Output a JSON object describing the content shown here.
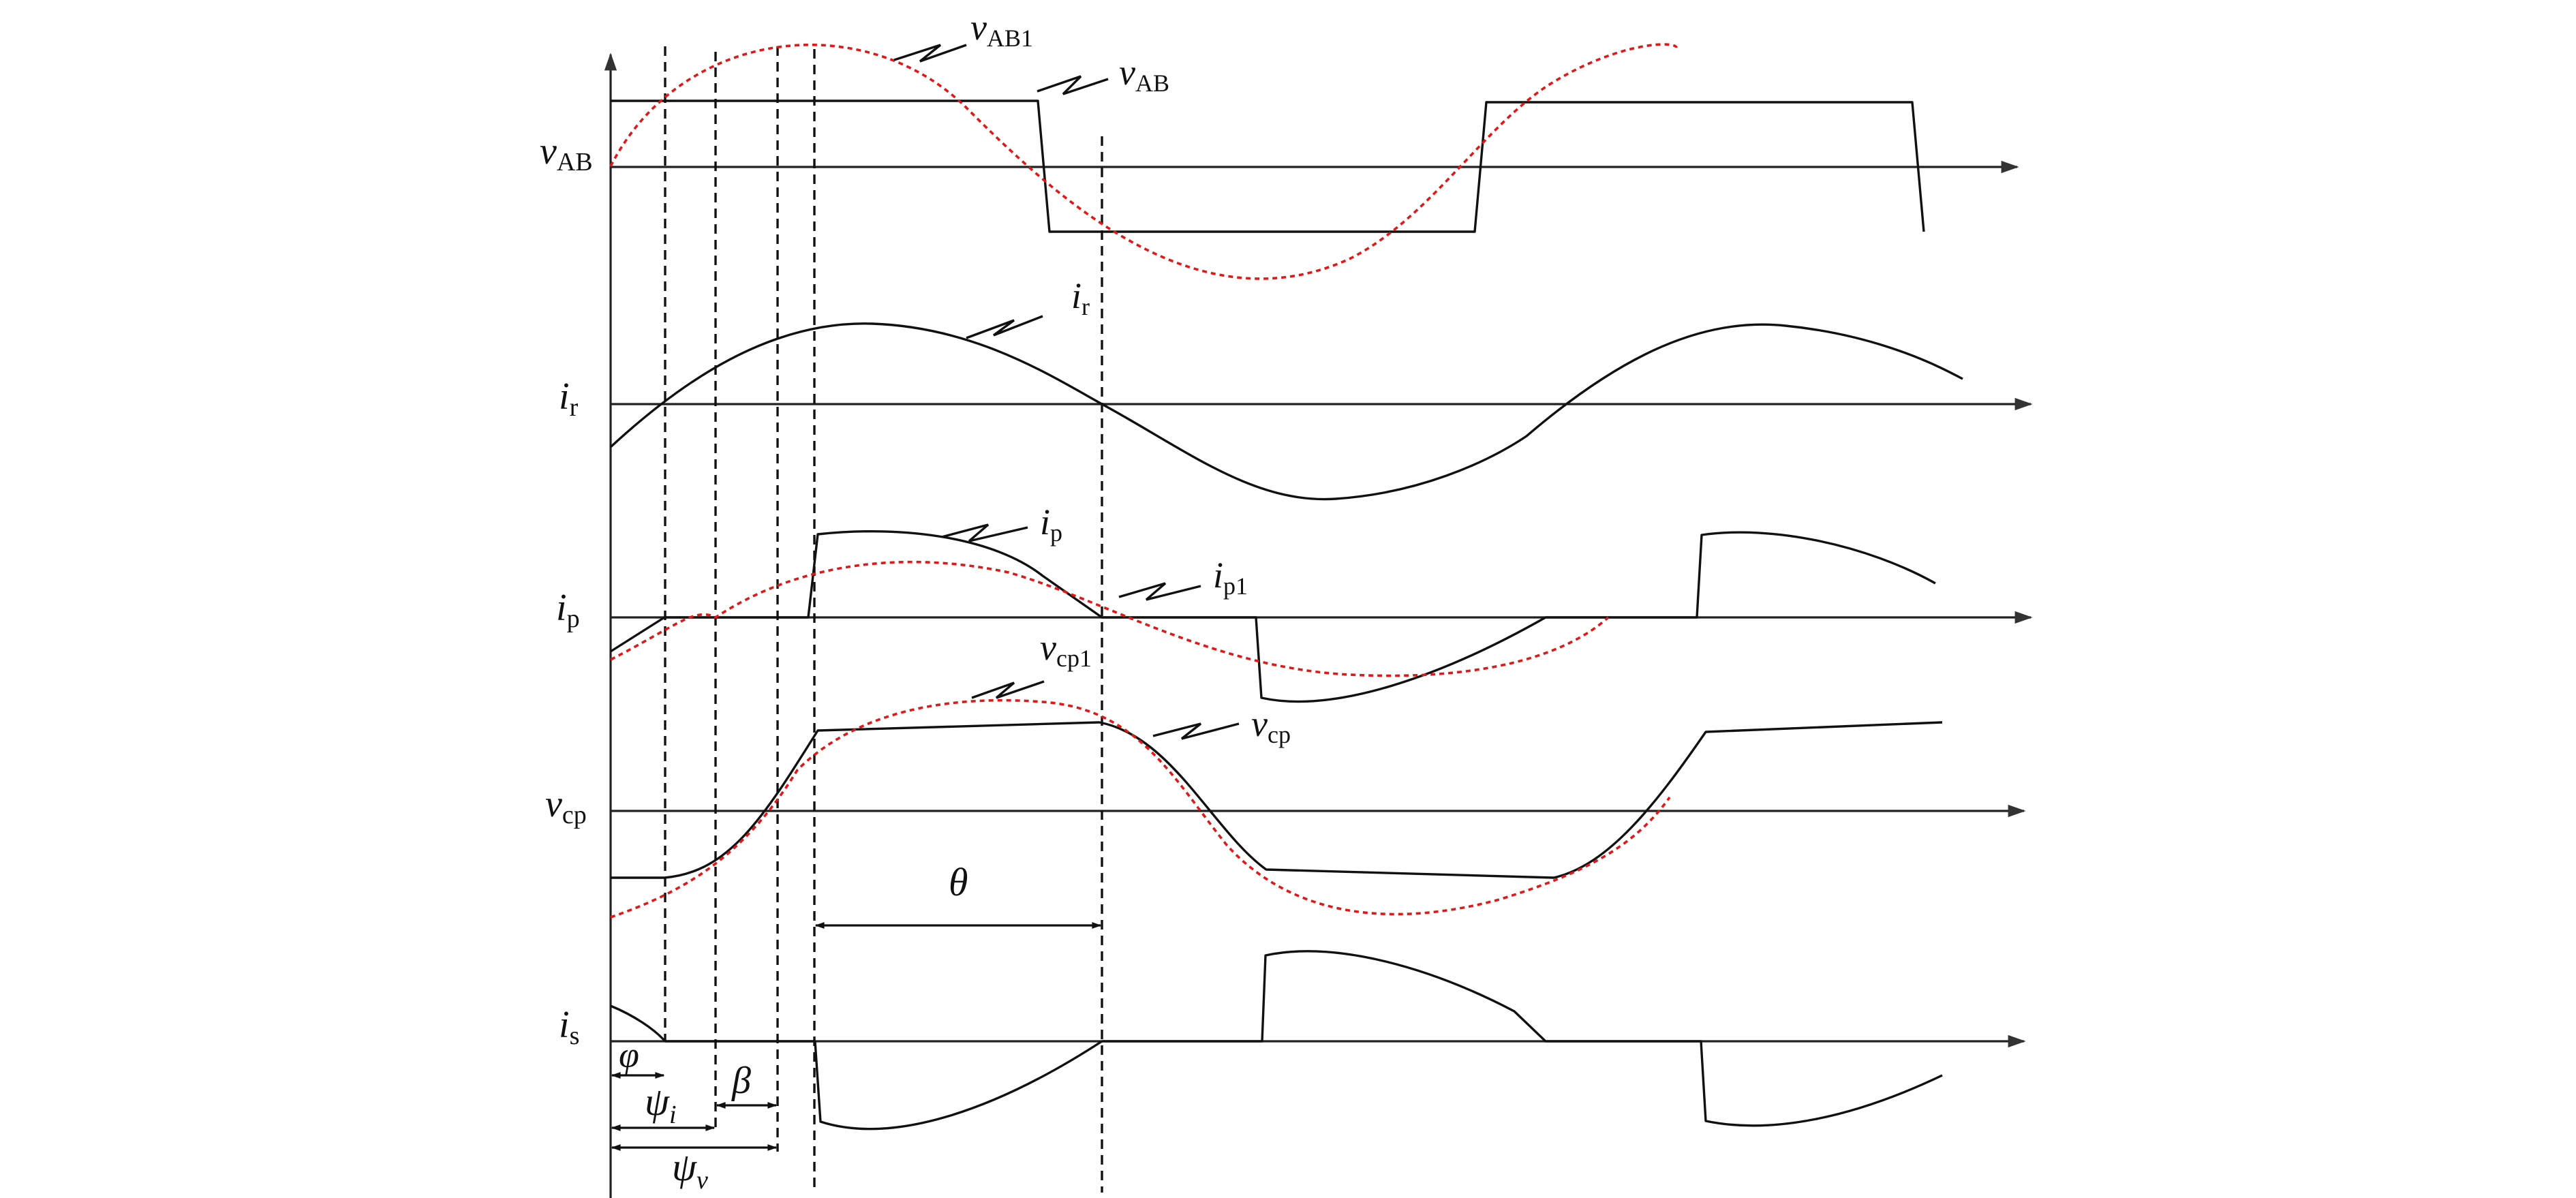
{
  "colors": {
    "waveform": "#111111",
    "fundamental": "#e01818",
    "axis": "#222222"
  },
  "rows": {
    "vab": {
      "main": "v",
      "sub": "AB"
    },
    "ir": {
      "main": "i",
      "sub": "r"
    },
    "ip": {
      "main": "i",
      "sub": "p"
    },
    "vcp": {
      "main": "v",
      "sub": "cp"
    },
    "is": {
      "main": "i",
      "sub": "s"
    }
  },
  "callouts": {
    "vab1": {
      "main": "v",
      "sub": "AB1"
    },
    "vab": {
      "main": "v",
      "sub": "AB"
    },
    "ir": {
      "main": "i",
      "sub": "r"
    },
    "ip": {
      "main": "i",
      "sub": "p"
    },
    "ip1": {
      "main": "i",
      "sub": "p1"
    },
    "vcp1": {
      "main": "v",
      "sub": "cp1"
    },
    "vcp": {
      "main": "v",
      "sub": "cp"
    }
  },
  "angles": {
    "phi": "φ",
    "psi": "ψ",
    "psi_i_sub": "i",
    "psi_v_sub": "v",
    "beta": "β",
    "theta": "θ"
  }
}
